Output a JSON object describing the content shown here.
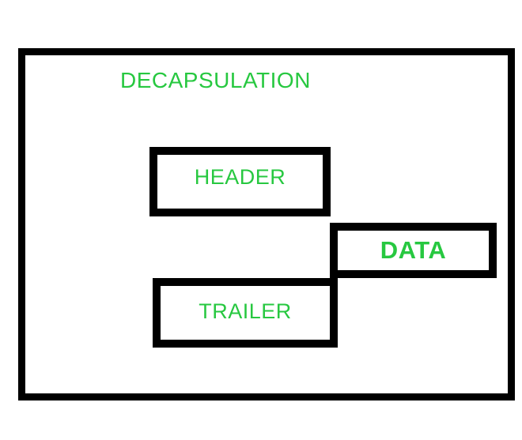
{
  "diagram": {
    "title": "DECAPSULATION",
    "boxes": [
      {
        "id": "header",
        "label": "HEADER"
      },
      {
        "id": "data",
        "label": "DATA"
      },
      {
        "id": "trailer",
        "label": "TRAILER"
      }
    ],
    "colors": {
      "label_green": "#27c840",
      "border_black": "#000000",
      "background_white": "#ffffff"
    }
  }
}
